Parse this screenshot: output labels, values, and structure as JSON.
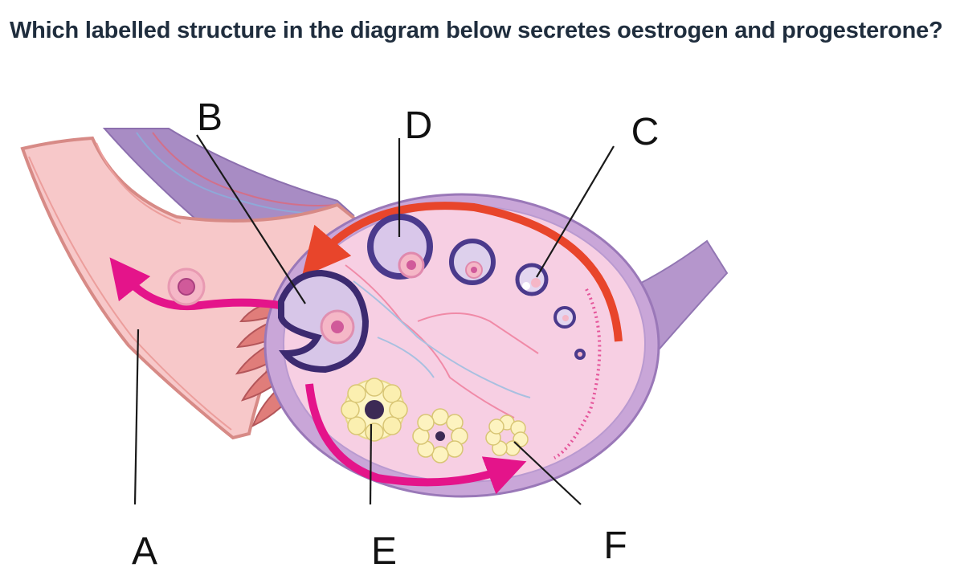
{
  "question": "Which labelled structure in the diagram below secretes oestrogen and progesterone?",
  "labels": {
    "a": "A",
    "b": "B",
    "c": "C",
    "d": "D",
    "e": "E",
    "f": "F"
  }
}
